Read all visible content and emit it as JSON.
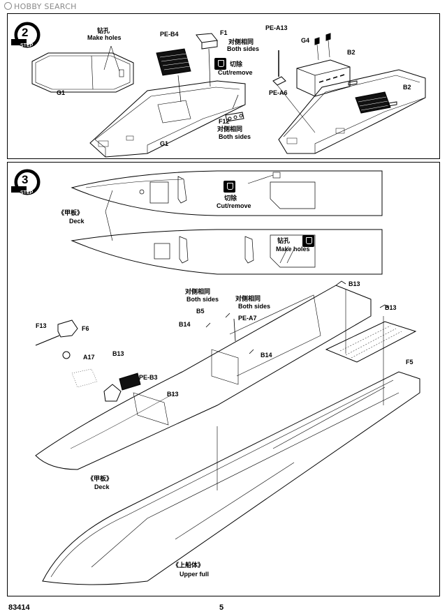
{
  "watermark": "HOBBY SEARCH",
  "step2": {
    "badge_label": "STEP",
    "badge_number": "2",
    "labels": {
      "make_holes_cn": "钻孔",
      "make_holes_en": "Make holes",
      "g1_left": "G1",
      "g1_center": "G1",
      "pe_b4": "PE-B4",
      "f1": "F1",
      "both_sides_cn_1": "对侧相同",
      "both_sides_en_1": "Both sides",
      "cut_cn": "切除",
      "cut_en": "Cut/remove",
      "f12": "F12",
      "both_sides_cn_2": "对侧相同",
      "both_sides_en_2": "Both sides",
      "pe_a13": "PE-A13",
      "g4": "G4",
      "b2_top": "B2",
      "b2_bottom": "B2",
      "pe_a6": "PE-A6"
    }
  },
  "step3": {
    "badge_label": "STEP",
    "badge_number": "3",
    "labels": {
      "cut_cn": "切除",
      "cut_en": "Cut/remove",
      "deck_cn_top": "《甲板》",
      "deck_en_top": "Deck",
      "make_holes_cn": "钻孔",
      "make_holes_en": "Make holes",
      "b13_a": "B13",
      "b13_b": "B13",
      "b13_c": "B13",
      "b13_d": "B13",
      "both_sides_cn_1": "对侧相同",
      "both_sides_en_1": "Both sides",
      "both_sides_cn_2": "对侧相同",
      "both_sides_en_2": "Both sides",
      "b5": "B5",
      "pe_a7": "PE-A7",
      "b14_a": "B14",
      "b14_b": "B14",
      "f13": "F13",
      "f6": "F6",
      "a17": "A17",
      "pe_b3": "PE-B3",
      "f5": "F5",
      "deck_cn_bottom": "《甲板》",
      "deck_en_bottom": "Deck",
      "upper_hull_cn": "《上船体》",
      "upper_hull_en": "Upper full"
    }
  },
  "footer": {
    "model_number": "83414",
    "page_number": "5"
  }
}
